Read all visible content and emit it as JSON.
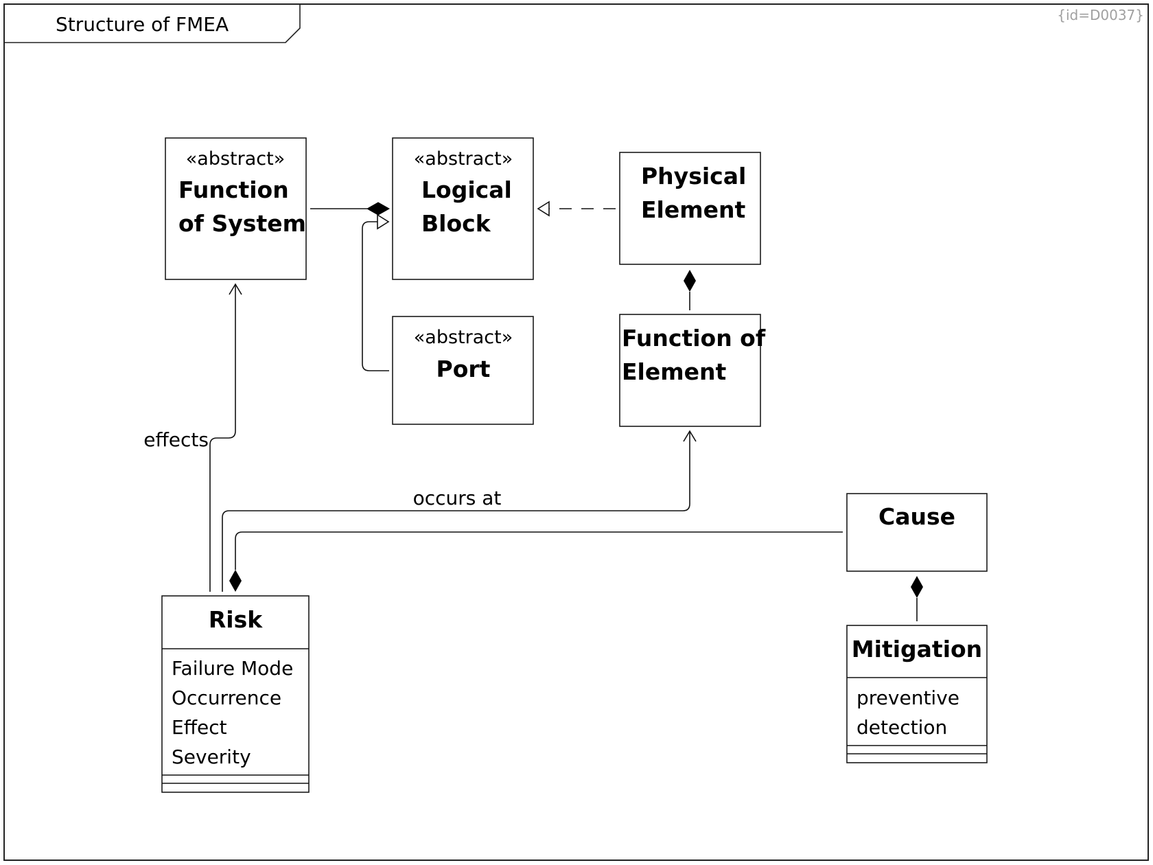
{
  "frame": {
    "title": "Structure of FMEA",
    "id_label": "{id=D0037}"
  },
  "classes": {
    "function_of_system": {
      "stereotype": "«abstract»",
      "name_lines": [
        "Function",
        "of System"
      ]
    },
    "logical_block": {
      "stereotype": "«abstract»",
      "name_lines": [
        "Logical",
        "Block"
      ]
    },
    "physical_element": {
      "name_lines": [
        "Physical",
        "Element"
      ]
    },
    "port": {
      "stereotype": "«abstract»",
      "name_lines": [
        "Port"
      ]
    },
    "function_of_element": {
      "name_lines": [
        "Function of",
        "Element"
      ]
    },
    "risk": {
      "name": "Risk",
      "attributes": [
        "Failure Mode",
        "Occurrence",
        "Effect",
        "Severity"
      ],
      "operations": []
    },
    "cause": {
      "name": "Cause"
    },
    "mitigation": {
      "name": "Mitigation",
      "attributes": [
        "preventive",
        "detection"
      ],
      "operations": []
    }
  },
  "relations": {
    "effects_label": "effects",
    "occurs_at_label": "occurs at"
  }
}
